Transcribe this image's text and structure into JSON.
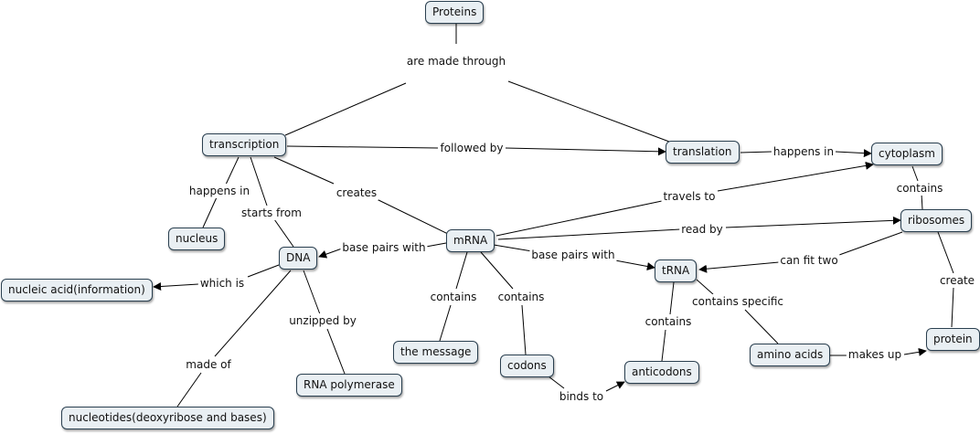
{
  "concept_map": {
    "nodes": {
      "proteins": "Proteins",
      "transcription": "transcription",
      "translation": "translation",
      "cytoplasm": "cytoplasm",
      "ribosomes": "ribosomes",
      "nucleus": "nucleus",
      "dna": "DNA",
      "mrna": "mRNA",
      "trna": "tRNA",
      "protein": "protein",
      "nucleic_acid": "nucleic acid(information)",
      "the_message": "the message",
      "codons": "codons",
      "anticodons": "anticodons",
      "amino_acids": "amino acids",
      "rna_polymerase": "RNA polymerase",
      "nucleotides": "nucleotides(deoxyribose and bases)"
    },
    "links": {
      "are_made_through": "are made through",
      "followed_by": "followed by",
      "happens_in_cytoplasm": "happens in",
      "contains_ribosomes": "contains",
      "happens_in_nucleus": "happens in",
      "starts_from": "starts from",
      "creates": "creates",
      "travels_to": "travels to",
      "read_by": "read by",
      "base_pairs_with_dna": "base pairs with",
      "base_pairs_with_trna": "base pairs with",
      "can_fit_two": "can fit two",
      "create": "create",
      "which_is": "which is",
      "unzipped_by": "unzipped by",
      "made_of": "made of",
      "contains_message": "contains",
      "contains_codons": "contains",
      "contains_anticodons": "contains",
      "contains_specific": "contains specific",
      "binds_to": "binds to",
      "makes_up": "makes up"
    }
  },
  "colors": {
    "node_fill": "#e9eff3",
    "node_border": "#2a3f4f",
    "line": "#000000"
  }
}
